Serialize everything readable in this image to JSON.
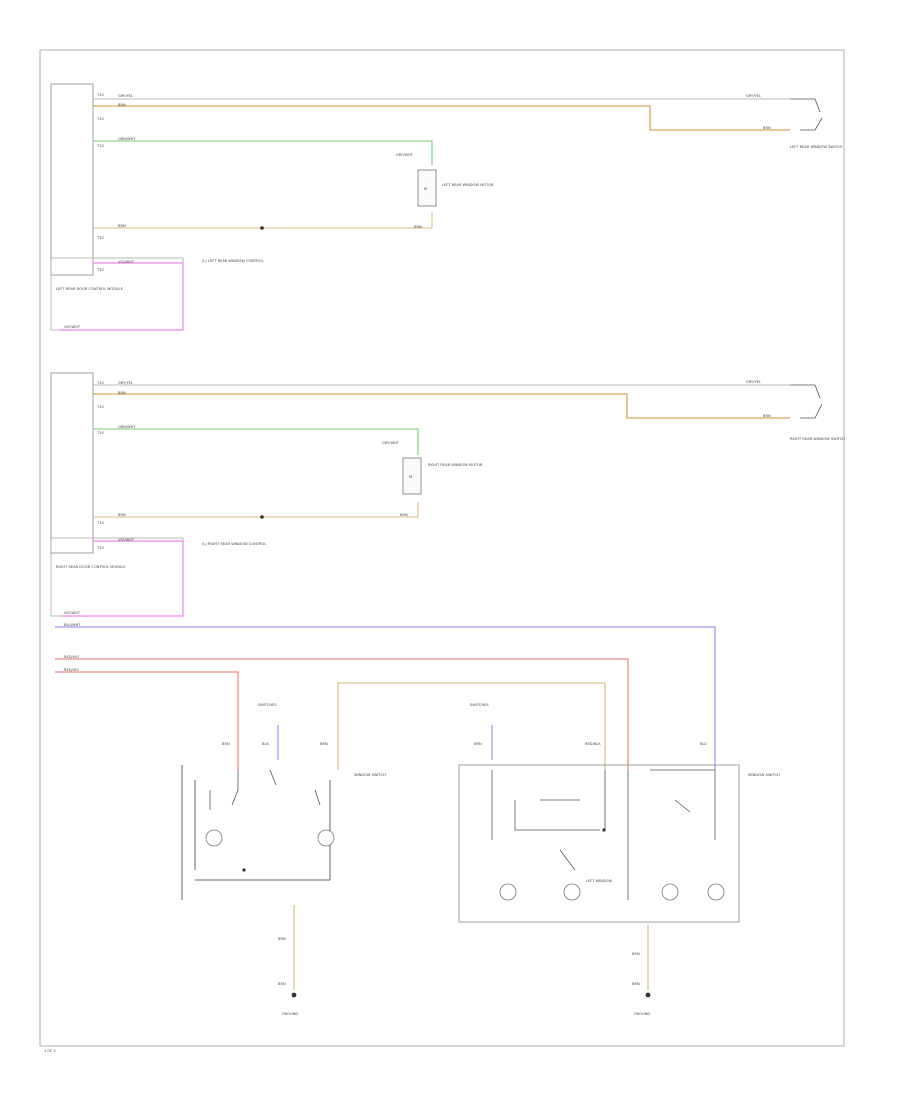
{
  "diagram": {
    "corner_label": "1 OF 2",
    "connector_box_1": {
      "label": "LEFT REAR DOOR CONTROL MODULE",
      "pins": [
        "T10",
        "T10",
        "T10",
        "T10",
        "T10"
      ],
      "wires": {
        "grey_yel": "GRY/YEL",
        "brn_a": "BRN",
        "grn_wht": "GRN/WHT",
        "brn_b": "BRN",
        "vio_wht": "VIO/WHT"
      },
      "vio_wht_bottom": "VIO/WHT"
    },
    "connector_box_2": {
      "label": "RIGHT REAR DOOR CONTROL MODULE",
      "pins": [
        "T10",
        "T10",
        "T10",
        "T10",
        "T10"
      ],
      "wires": {
        "grey_yel": "GRY/YEL",
        "brn_a": "BRN",
        "grn_wht": "GRN/WHT",
        "brn_b": "BRN",
        "vio_wht": "VIO/WHT"
      },
      "vio_wht_bottom": "VIO/WHT"
    },
    "left_motor": {
      "label": "LEFT REAR WINDOW MOTOR",
      "wire_top": "GRY/WHT",
      "wire_bottom": "BRN"
    },
    "right_motor": {
      "label": "RIGHT REAR WINDOW MOTOR",
      "wire_top": "GRY/WHT",
      "wire_bottom": "BRN"
    },
    "left_switch": {
      "label": "LEFT REAR WINDOW SWITCH",
      "wire_top": "GRY/YEL",
      "wire_bottom": "BRN"
    },
    "right_switch": {
      "label": "RIGHT REAR WINDOW SWITCH",
      "wire_top": "GRY/YEL",
      "wire_bottom": "BRN"
    },
    "ref_note_1": "(L) LEFT REAR WINDOW CONTROL",
    "ref_note_2": "(L) RIGHT REAR WINDOW CONTROL",
    "bus_wires": {
      "blu_wht": "BLU/WHT",
      "red_vio_a": "RED/VIO",
      "red_vio_b": "RED/VIO"
    },
    "switch_group_left": {
      "title": "SWITCHES",
      "wire_1": "BRN",
      "wire_2": "BLK",
      "wire_3": "BRN",
      "side_label": "WINDOW SWITCH"
    },
    "switch_group_right": {
      "title": "SWITCHES",
      "wire_1": "BRN",
      "wire_2": "RED/BLK",
      "wire_3": "BLU",
      "side_label": "WINDOW SWITCH"
    },
    "ground_left": {
      "wire_1": "BRN",
      "wire_2": "BRN",
      "label": "GROUND"
    },
    "ground_right": {
      "wire_1": "BRN",
      "wire_2": "BRN",
      "label": "GROUND"
    },
    "lamp_labels": {
      "left_lamp": "LEFT WINDOW"
    }
  }
}
